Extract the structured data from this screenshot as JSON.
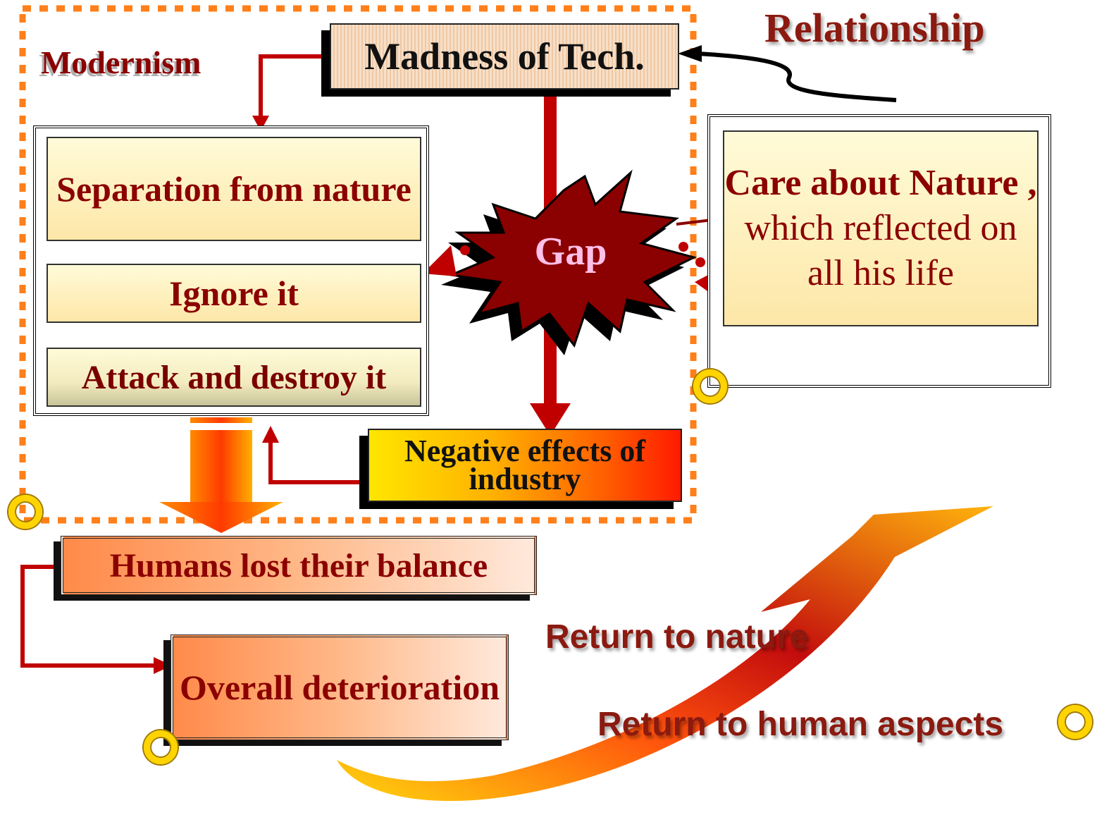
{
  "colors": {
    "title": "#8b1a10",
    "box_text": "#8b0000",
    "connector": "#c00000",
    "gap_fill": "#8b0000",
    "gap_text": "#ffc0e8",
    "dotted_frame": "#ff7f1a",
    "ring": "#ffd400"
  },
  "titles": {
    "relationship": "Relationship",
    "modernism": "Modernism"
  },
  "nodes": {
    "madness": "Madness of Tech.",
    "separation": "Separation from nature",
    "ignore": "Ignore it",
    "attack": "Attack and destroy it",
    "gap": "Gap",
    "care_bold": "Care about Nature ,",
    "care_rest": " which reflected on all his life",
    "negative": "Negative effects of industry",
    "humans": "Humans lost their balance",
    "overall": "Overall deterioration"
  },
  "returns": {
    "nature": "Return to nature",
    "human": "Return to human aspects"
  },
  "icons": [
    "ring-icon",
    "ring-icon",
    "ring-icon",
    "ring-icon"
  ]
}
